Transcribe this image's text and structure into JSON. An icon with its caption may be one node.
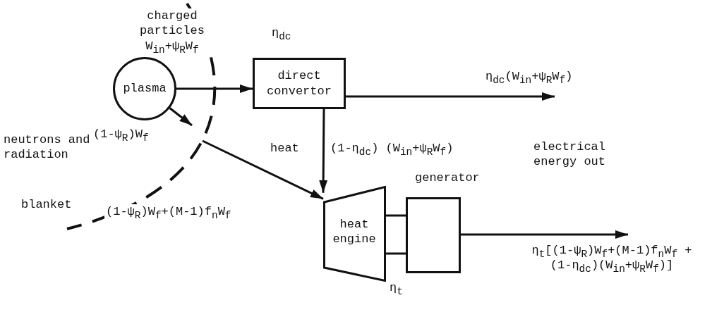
{
  "diagram": {
    "nodes": [
      {
        "text": [
          "plasma"
        ]
      },
      {
        "text": [
          "direct convertor"
        ],
        "beside": [
          "η$_{dc}$"
        ]
      },
      {
        "text": [
          "heat engine"
        ],
        "beside": [
          "η$_{t}$"
        ]
      },
      {
        "text": [
          "generator"
        ]
      }
    ],
    "edges": [
      {
        "from": 0,
        "to": 1,
        "arrow": "to",
        "label": "charged particles W$_{in}$+ψ$_{R}$W$_{f}$"
      },
      {
        "from": 0,
        "to": null,
        "arrow": "to",
        "label": "(1-ψ$_{R}$)W$_{f}$"
      },
      {
        "from": null,
        "to": 2,
        "arrow": "to",
        "label": "(1-ψ$_{R}$)W$_{f}$+(M-1)f$_{n}$W$_{f}$"
      },
      {
        "from": 1,
        "to": 2,
        "arrow": "to",
        "label": "(1-η$_{dc}$) (W$_{in}$+ψ$_{R}$W$_{f}$)"
      },
      {
        "from": 1,
        "to": null,
        "arrow": "to",
        "label": "η$_{dc}$(W$_{in}$+ψ$_{R}$W$_{f}$)"
      },
      {
        "from": 2,
        "to": 3,
        "arrow": "none"
      },
      {
        "from": 2,
        "to": 3,
        "arrow": "none"
      },
      {
        "from": 3,
        "to": null,
        "arrow": "to",
        "label": "η$_{t}$[(1-ψ$_{R}$)W$_{f}$+(M-1)f$_{n}$W$_{f}$ +(1-η$_{dc}$)(W$_{in}$+ψ$_{R}$W$_{f}$)]"
      }
    ],
    "labels": [
      "neutrons and radiation",
      "heat",
      "electrical energy out",
      "blanket"
    ]
  }
}
